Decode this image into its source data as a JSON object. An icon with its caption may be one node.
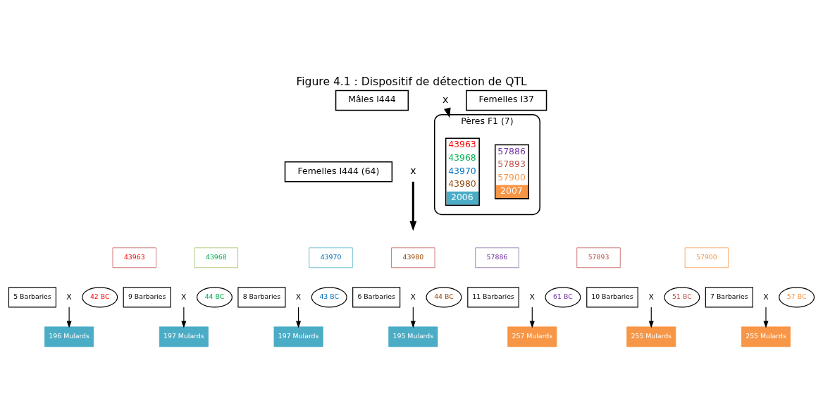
{
  "diagram": {
    "title": "Figure 4.1 : Dispositif de détection de QTL",
    "nodes": [
      {
        "text": [
          "Mâles I444"
        ]
      },
      {
        "text": [
          "x"
        ]
      },
      {
        "text": [
          "Femelles I37"
        ]
      },
      {
        "text": [
          "Pères F1 (7)"
        ]
      },
      {
        "text": [
          "43963",
          "43968",
          "43970",
          "43980",
          "2006"
        ],
        "in": 3
      },
      {
        "text": [
          "57886",
          "57893",
          "57900",
          "2007"
        ],
        "in": 3
      },
      {
        "text": [
          "Femelles I444 (64)"
        ]
      },
      {
        "text": [
          "x"
        ]
      },
      {
        "text": [
          "43963"
        ]
      },
      {
        "text": [
          "5 Barbaries"
        ]
      },
      {
        "text": [
          "X"
        ]
      },
      {
        "text": [
          "42 BC"
        ]
      },
      {
        "text": [
          "196 Mulards"
        ]
      },
      {
        "text": [
          "43968"
        ]
      },
      {
        "text": [
          "9 Barbaries"
        ]
      },
      {
        "text": [
          "X"
        ]
      },
      {
        "text": [
          "44 BC"
        ]
      },
      {
        "text": [
          "197 Mulards"
        ]
      },
      {
        "text": [
          "43970"
        ]
      },
      {
        "text": [
          "8 Barbaries"
        ]
      },
      {
        "text": [
          "X"
        ]
      },
      {
        "text": [
          "43 BC"
        ]
      },
      {
        "text": [
          "197 Mulards"
        ]
      },
      {
        "text": [
          "43980"
        ]
      },
      {
        "text": [
          "6 Barbaries"
        ]
      },
      {
        "text": [
          "X"
        ]
      },
      {
        "text": [
          "44 BC"
        ]
      },
      {
        "text": [
          "195 Mulards"
        ]
      },
      {
        "text": [
          "57886"
        ]
      },
      {
        "text": [
          "11 Barbaries"
        ]
      },
      {
        "text": [
          "X"
        ]
      },
      {
        "text": [
          "61 BC"
        ]
      },
      {
        "text": [
          "257 Mulards"
        ]
      },
      {
        "text": [
          "57893"
        ]
      },
      {
        "text": [
          "10 Barbaries"
        ]
      },
      {
        "text": [
          "X"
        ]
      },
      {
        "text": [
          "51 BC"
        ]
      },
      {
        "text": [
          "255 Mulards"
        ]
      },
      {
        "text": [
          "57900"
        ]
      },
      {
        "text": [
          "7 Barbaries"
        ]
      },
      {
        "text": [
          "X"
        ]
      },
      {
        "text": [
          "57 BC"
        ]
      },
      {
        "text": [
          "255 Mulards"
        ]
      }
    ],
    "edges": [
      {
        "from": 1,
        "to": 3,
        "arrow": "to",
        "style": "thick"
      },
      {
        "from": 7,
        "to": null,
        "arrow": "to",
        "style": "thick"
      },
      {
        "from": 10,
        "to": 12,
        "arrow": "to"
      },
      {
        "from": 15,
        "to": 17,
        "arrow": "to"
      },
      {
        "from": 20,
        "to": 22,
        "arrow": "to"
      },
      {
        "from": 25,
        "to": 27,
        "arrow": "to"
      },
      {
        "from": 30,
        "to": 32,
        "arrow": "to"
      },
      {
        "from": 35,
        "to": 37,
        "arrow": "to"
      },
      {
        "from": 40,
        "to": 42,
        "arrow": "to"
      }
    ]
  }
}
